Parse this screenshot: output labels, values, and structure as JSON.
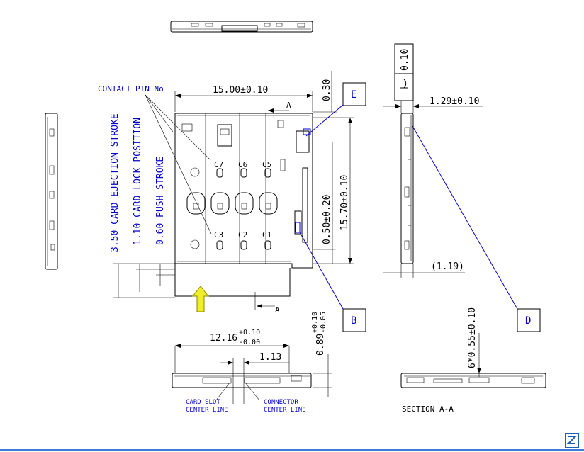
{
  "labels": {
    "contact_pin": "CONTACT PIN No",
    "pins": [
      "C7",
      "C6",
      "C5",
      "C3",
      "C2",
      "C1"
    ],
    "callouts": [
      "E",
      "B",
      "D"
    ],
    "card_slot_center_1": "CARD SLOT",
    "card_slot_center_2": "CENTER LINE",
    "connector_center_1": "CONNECTOR",
    "connector_center_2": "CENTER LINE",
    "section": "SECTION A-A",
    "section_marker": "A"
  },
  "dimensions": {
    "width": "15.00±0.10",
    "top_gap": "0.30",
    "height": "15.70±0.10",
    "b_offset": "0.50±0.20",
    "eject": "3.50 CARD EJECTION STROKE",
    "lock": "1.10 CARD LOCK POSITION",
    "push": "0.60 PUSH STROKE",
    "bottom_width_base": "12.16",
    "bottom_width_tol_up": "+0.10",
    "bottom_width_tol_dn": "-0.00",
    "offset_1_13": "1.13",
    "thickness_base": "0.89",
    "thickness_tol_up": "+0.10",
    "thickness_tol_dn": "-0.05",
    "side_thickness": "1.29±0.10",
    "side_ref": "(1.19)",
    "flatness": "0.10",
    "section_height": "6*0.55±0.10"
  },
  "colors": {
    "line": "#000000",
    "callout": "#0000cc",
    "arrow_fill": "#f0ee2a",
    "rule": "#3a7bd5"
  },
  "icons": [
    "push-arrow-icon",
    "flatness-symbol-icon",
    "logo-icon"
  ]
}
